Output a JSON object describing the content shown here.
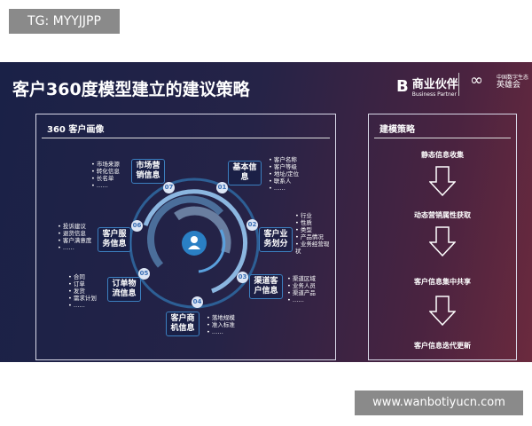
{
  "tag": "TG: MYYJJPP",
  "watermark": "www.wanbotiyucn.com",
  "slide": {
    "title": "客户360度模型建立的建议策略",
    "logo": {
      "mark": "B",
      "name": "商业伙伴",
      "en": "Business Partner",
      "partner_small": "中国数字生态",
      "partner_name": "英雄会"
    },
    "left": {
      "heading": "360 客户画像",
      "nodes": [
        {
          "num": "01",
          "label": "基本信息",
          "items": [
            "客户名称",
            "客户等级",
            "地址/定位",
            "联系人",
            "……"
          ]
        },
        {
          "num": "02",
          "label": "客户业务划分",
          "items": [
            "行业",
            "性质",
            "类型",
            "产品情况",
            "业务经营现状"
          ]
        },
        {
          "num": "03",
          "label": "渠道客户信息",
          "items": [
            "渠道区域",
            "业务人员",
            "渠道产品",
            "……"
          ]
        },
        {
          "num": "04",
          "label": "客户商机信息",
          "items": [
            "落地规模",
            "准入标准",
            "……"
          ]
        },
        {
          "num": "05",
          "label": "订单物流信息",
          "items": [
            "合同",
            "订单",
            "发货",
            "需求计划",
            "……"
          ]
        },
        {
          "num": "06",
          "label": "客户服务信息",
          "items": [
            "投诉建议",
            "退货信息",
            "客户满意度",
            "……"
          ]
        },
        {
          "num": "07",
          "label": "市场营销信息",
          "items": [
            "市场来源",
            "转化信息",
            "长名单",
            "……"
          ]
        }
      ]
    },
    "right": {
      "heading": "建模策略",
      "steps": [
        "静态信息收集",
        "动态营销属性获取",
        "客户信息集中共享",
        "客户信息迭代更新"
      ]
    }
  }
}
